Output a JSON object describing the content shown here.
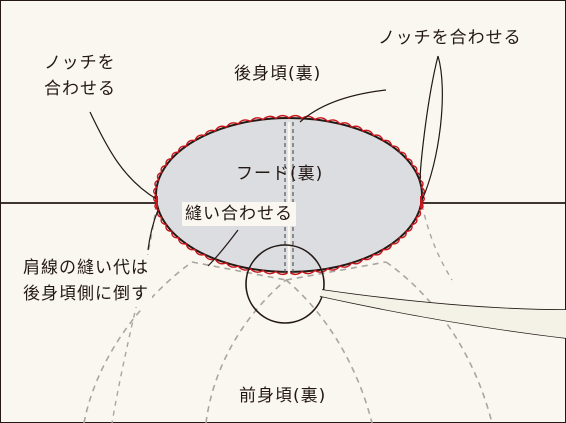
{
  "labels": {
    "back_body": "後身頃(裏)",
    "notch_right": "ノッチを合わせる",
    "notch_left_line1": "ノッチを",
    "notch_left_line2": "合わせる",
    "hood": "フード(裏)",
    "sew_together": "縫い合わせる",
    "shoulder_line1": "肩線の縫い代は",
    "shoulder_line2": "後身頃側に倒す",
    "front_body": "前身頃(裏)"
  },
  "colors": {
    "background": "#faf7f0",
    "hood_fill": "#dcdde0",
    "outline": "#231815",
    "stitch_red": "#c8161d",
    "dashed_gray": "#a9a6a2",
    "magnify_fill": "#f4f1e6"
  }
}
